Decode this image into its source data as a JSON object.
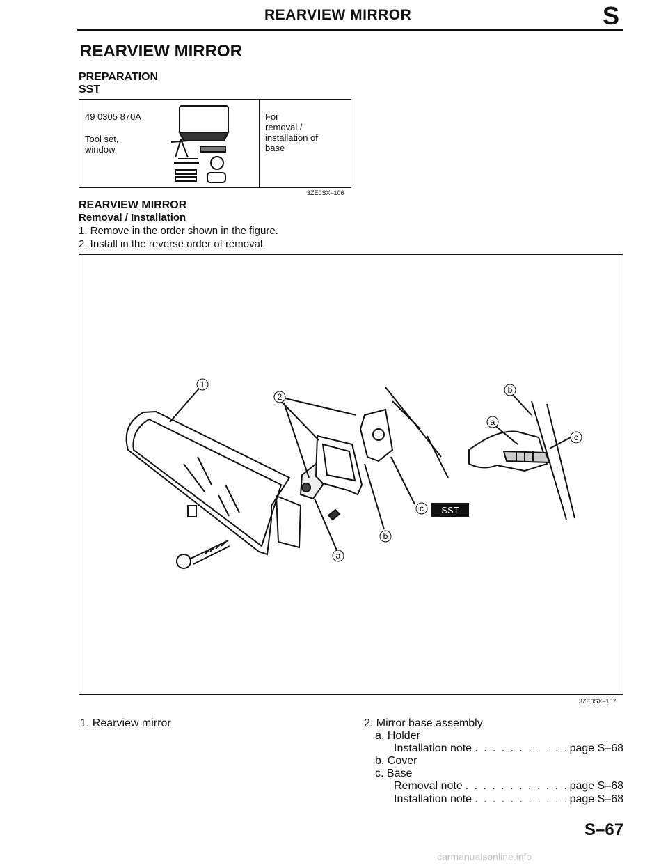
{
  "header": {
    "title": "REARVIEW MIRROR",
    "section_letter": "S"
  },
  "section": {
    "title": "REARVIEW MIRROR",
    "preparation": "PREPARATION",
    "sst": "SST"
  },
  "sst_table": {
    "part_number": "49 0305 870A",
    "name_line1": "Tool set,",
    "name_line2": "window",
    "use_lines": [
      "For",
      "removal /",
      "installation of",
      "base"
    ],
    "ref": "3ZE0SX–106"
  },
  "procedure": {
    "title": "REARVIEW MIRROR",
    "subtitle": "Removal / Installation",
    "steps": [
      "1. Remove in the order shown in the figure.",
      "2. Install in the reverse order of removal."
    ]
  },
  "figure": {
    "ref": "3ZE0SX–107",
    "callouts": {
      "c1": "1",
      "c2": "2",
      "a": "a",
      "b": "b",
      "c": "c"
    },
    "sst_tag": "SST"
  },
  "legend": {
    "item1": "1. Rearview mirror",
    "item2": "2. Mirror base assembly",
    "item2a": "a. Holder",
    "item2a_note_label": "Installation note",
    "item2a_note_page": "page S–68",
    "item2b": "b. Cover",
    "item2c": "c. Base",
    "item2c_note1_label": "Removal note",
    "item2c_note1_page": "page S–68",
    "item2c_note2_label": "Installation note",
    "item2c_note2_page": "page S–68"
  },
  "footer": {
    "page_number": "S–67",
    "watermark": "carmanualsonline.info"
  }
}
